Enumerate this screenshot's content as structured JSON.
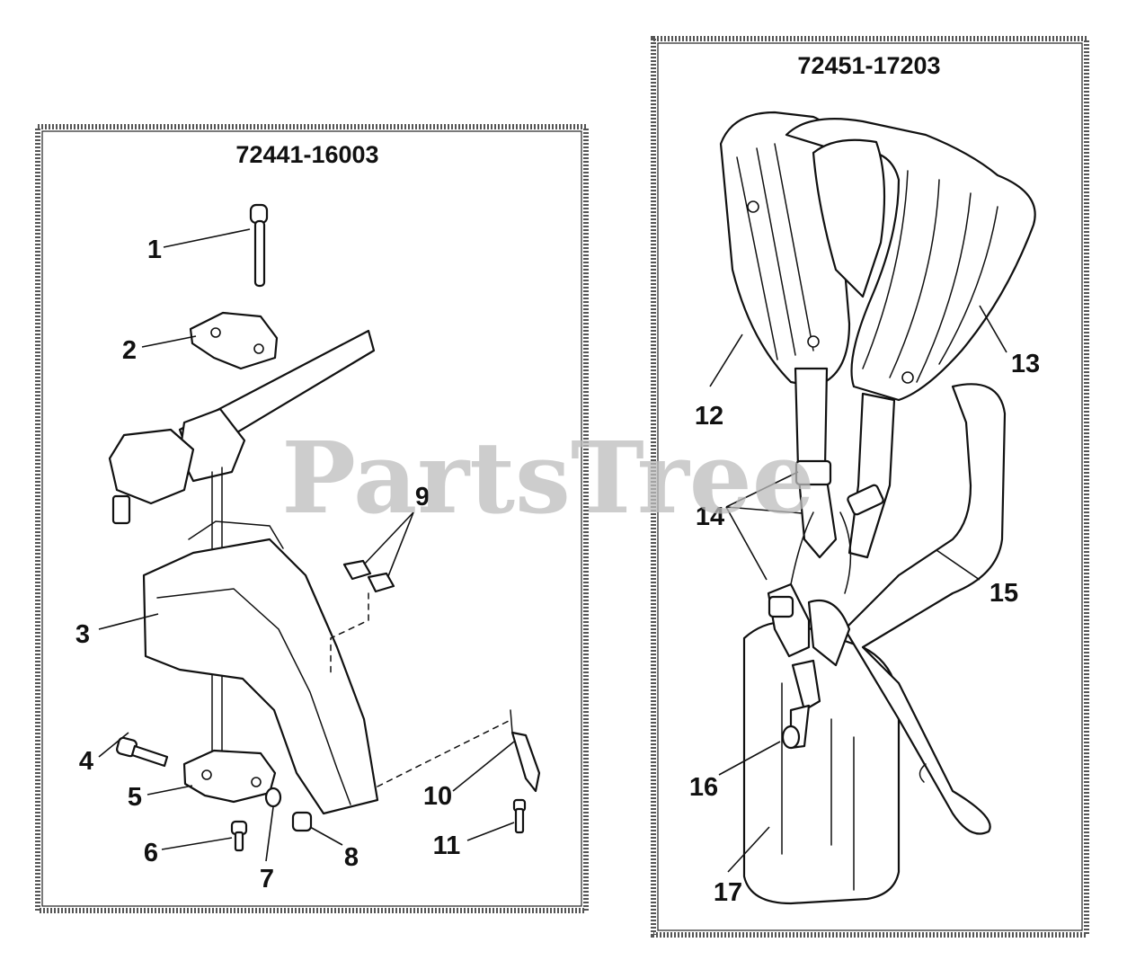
{
  "watermark": "PartsTree",
  "panels": [
    {
      "part_number": "72441-16003",
      "callouts": [
        "1",
        "2",
        "3",
        "4",
        "5",
        "6",
        "7",
        "8",
        "9",
        "10",
        "11"
      ]
    },
    {
      "part_number": "72451-17203",
      "callouts": [
        "12",
        "13",
        "14",
        "15",
        "16",
        "17"
      ]
    }
  ]
}
